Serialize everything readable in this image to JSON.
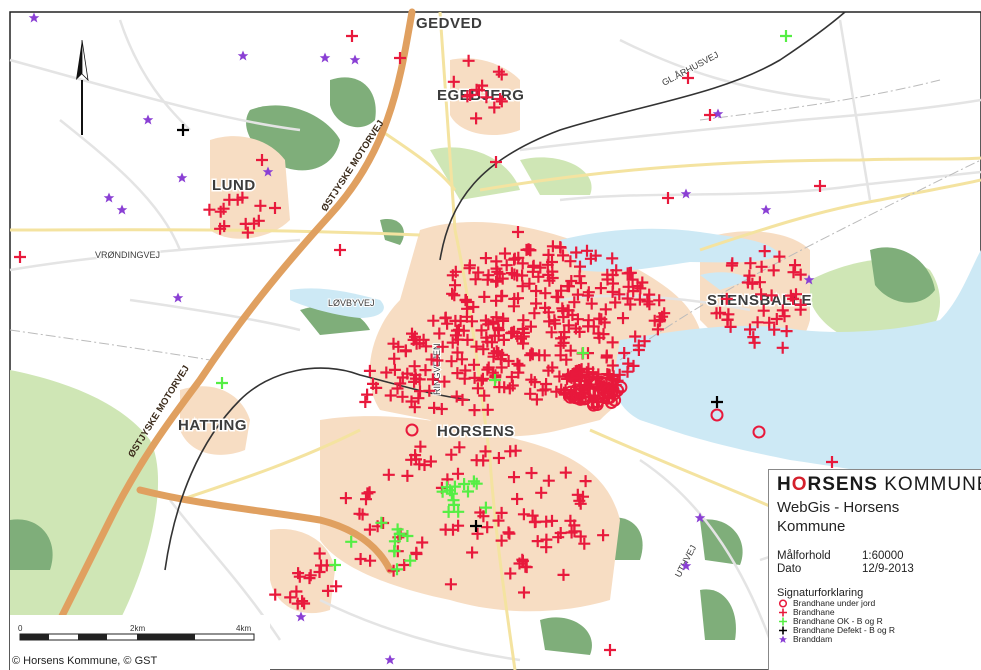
{
  "map": {
    "places": [
      {
        "id": "gedved",
        "label": "GEDVED"
      },
      {
        "id": "egebjerg",
        "label": "EGEBJERG"
      },
      {
        "id": "lund",
        "label": "LUND"
      },
      {
        "id": "stensballe",
        "label": "STENSBALLE"
      },
      {
        "id": "hatting",
        "label": "HATTING"
      },
      {
        "id": "horsens",
        "label": "HORSENS"
      }
    ],
    "roads": {
      "motorvej_north": "ØSTJYSKE MOTORVEJ",
      "motorvej_south": "ØSTJYSKE MOTORVEJ",
      "vrondingvej": "VRØNDINGVEJ",
      "lovbyvej": "LØVBYVEJ",
      "ringvejen": "RINGVEJEN",
      "glarhusvej": "GL.ÅRHUSVEJ",
      "uthvej": "UTHVEJ"
    },
    "colors": {
      "water": "#cde9f5",
      "urban": "#f7ddc3",
      "forest": "#7fae7a",
      "meadow": "#cfe6b5",
      "motorway": "#e0a060",
      "rail": "#333333",
      "hydrant": "#e8193c",
      "hydrant_ok": "#55ee44",
      "hydrant_defect": "#000000",
      "branddam": "#8a3fd4"
    }
  },
  "scale": {
    "label_start": "0",
    "label_mid": "2km",
    "label_end": "4km"
  },
  "copyright": "© Horsens Kommune, © GST",
  "panel": {
    "logo_pre": "H",
    "logo_o": "O",
    "logo_post": "RSENS",
    "logo_suffix": " KOMMUNE",
    "app_title": "WebGis - Horsens Kommune",
    "scale_key": "Målforhold",
    "scale_value": "1:60000",
    "date_key": "Dato",
    "date_value": "12/9-2013",
    "legend_title": "Signaturforklaring",
    "legend": [
      {
        "symbol": "circle-icon",
        "label": "Brandhane under jord",
        "color": "#e8193c"
      },
      {
        "symbol": "plus-icon",
        "label": "Brandhane",
        "color": "#e8193c"
      },
      {
        "symbol": "plus-icon",
        "label": "Brandhane OK - B og R",
        "color": "#55ee44"
      },
      {
        "symbol": "plus-icon",
        "label": "Brandhane Defekt - B og R",
        "color": "#000000"
      },
      {
        "symbol": "star-icon",
        "label": "Branddam",
        "color": "#8a3fd4"
      }
    ]
  }
}
